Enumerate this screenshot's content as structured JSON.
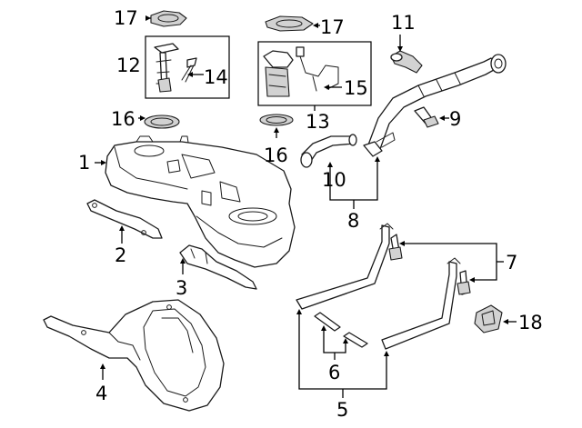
{
  "diagram": {
    "background_color": "#ffffff",
    "line_color": "#1a1a1a",
    "callouts": {
      "c1": "1",
      "c2": "2",
      "c3": "3",
      "c4": "4",
      "c5": "5",
      "c6": "6",
      "c7": "7",
      "c8": "8",
      "c9": "9",
      "c10": "10",
      "c11": "11",
      "c12": "12",
      "c13": "13",
      "c14": "14",
      "c15": "15",
      "c16a": "16",
      "c16b": "16",
      "c17a": "17",
      "c17b": "17",
      "c18": "18"
    }
  }
}
